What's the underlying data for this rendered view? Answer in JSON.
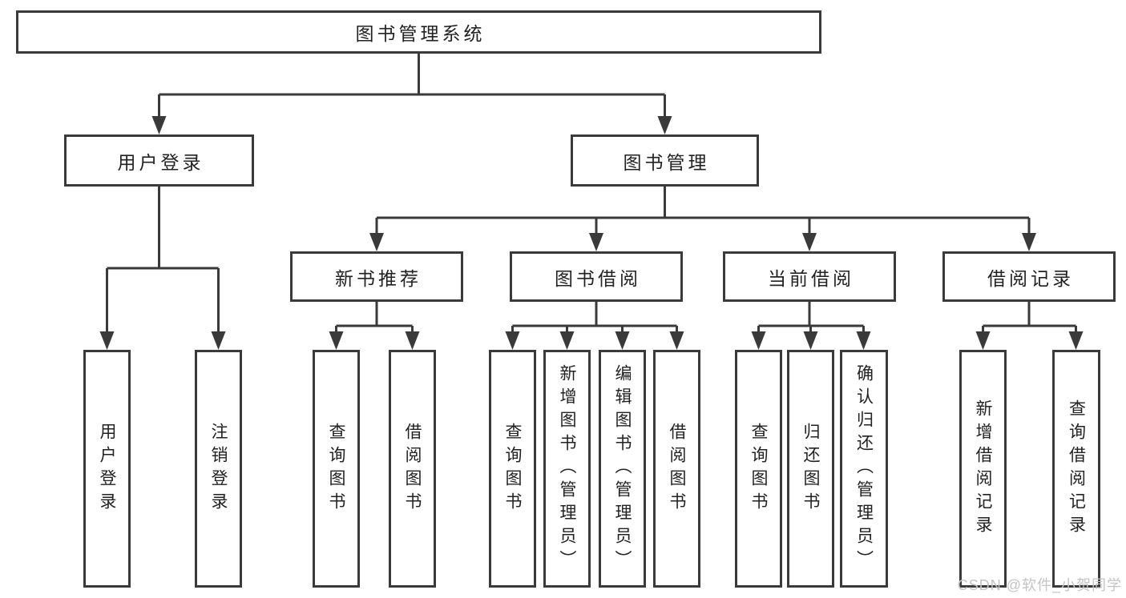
{
  "diagram": {
    "root": "图书管理系统",
    "level2": [
      "用户登录",
      "图书管理"
    ],
    "level3": [
      "新书推荐",
      "图书借阅",
      "当前借阅",
      "借阅记录"
    ],
    "leaves_user_login": [
      "用户登录",
      "注销登录"
    ],
    "leaves_new_book": [
      "查询图书",
      "借阅图书"
    ],
    "leaves_book_borrow": [
      "查询图书",
      "新增图书（管理员）",
      "编辑图书（管理员）",
      "借阅图书"
    ],
    "leaves_current_borrow": [
      "查询图书",
      "归还图书",
      "确认归还（管理员）"
    ],
    "leaves_borrow_record": [
      "新增借阅记录",
      "查询借阅记录"
    ]
  },
  "watermark": {
    "text": "CSDN @软件_小贺同学"
  },
  "colors": {
    "line": "#3a3a3a",
    "text": "#222222",
    "box_bg": "#ffffff",
    "watermark": "#c4c4c4",
    "background": "#ffffff"
  }
}
